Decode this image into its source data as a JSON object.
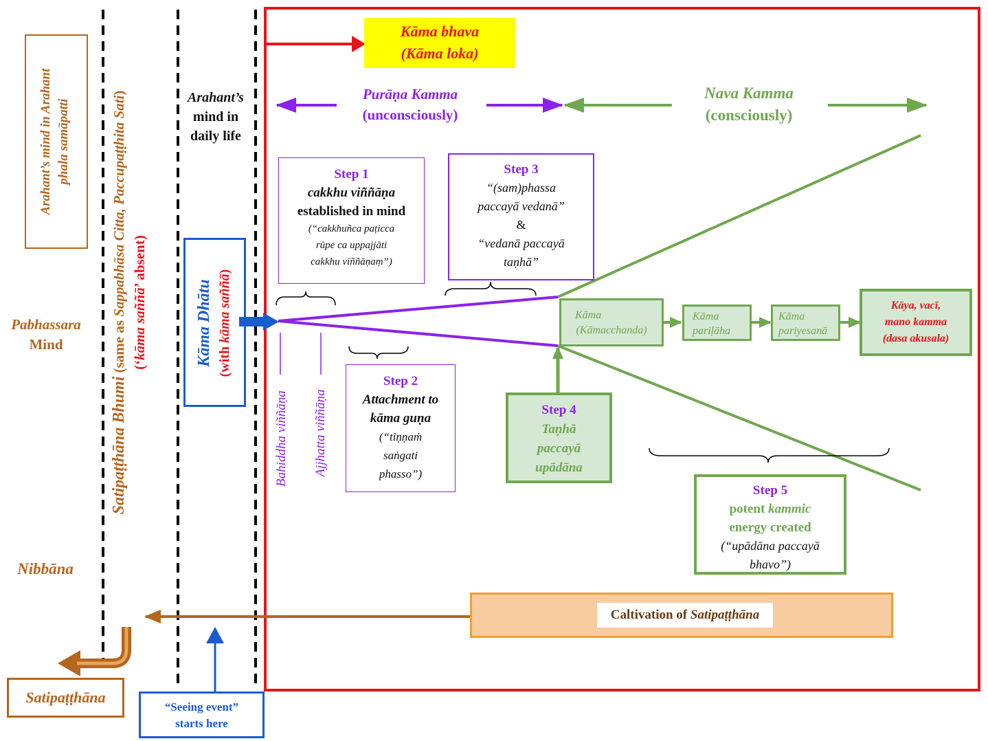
{
  "kama_bhava": {
    "line1": "Kāma bhava",
    "line2": "(Kāma loka)"
  },
  "purana_kamma": {
    "line1": "Purāṇa Kamma",
    "line2": "(unconsciously)"
  },
  "nava_kamma": {
    "line1": "Nava Kamma",
    "line2": "(consciously)"
  },
  "arahant_mind_phala": {
    "line1": "Arahant’s mind in Arahant",
    "line2": "phala samāpatti"
  },
  "satipatthana_bhumi": {
    "part1": "Satipaṭṭhāna Bhumi",
    "part2": " (same as ",
    "part3": "Sappabhāsa Citta, Paccupaṭṭhita Sati",
    "part4": ")",
    "line2_part1": "(‘",
    "line2_part2": "kāma saññā",
    "line2_part3": "’ absent)"
  },
  "arahant_daily": {
    "line1": "Arahant’s",
    "line2": "mind in",
    "line3": "daily life"
  },
  "kama_dhatu": {
    "line1": "Kāma Dhātu",
    "line2_part1": "(with ",
    "line2_part2": "kāma saññā",
    "line2_part3": ")"
  },
  "pabhassara": {
    "line1": "Pabhassara",
    "line2": "Mind"
  },
  "nibbana": "Nibbāna",
  "satipatthana_box": "Satipaṭṭhāna",
  "seeing_event": {
    "line1": "“Seeing event”",
    "line2": "starts here"
  },
  "bahiddha": "Bahiddha viññāṇa",
  "ajjhatta": "Ajjhatta viññāṇa",
  "step1": {
    "title": "Step 1",
    "line1": "cakkhu viññāṇa",
    "line2": "established in mind",
    "q1": "(“cakkhuñca paṭicca",
    "q2": "rūpe ca uppajjāti",
    "q3": "cakkhu viññāṇaṃ”)"
  },
  "step2": {
    "title": "Step 2",
    "line1": "Attachment to",
    "line2": "kāma guṇa",
    "q1": "(“tiṇṇaṁ",
    "q2": "saṅgati",
    "q3": "phasso”)"
  },
  "step3": {
    "title": "Step 3",
    "q1": "“(sam)phassa",
    "q2": "paccayā vedanā”",
    "amp": "&",
    "q3": "“vedanā paccayā",
    "q4": "taṇhā”"
  },
  "step4": {
    "title": "Step 4",
    "line1": "Taṇhā",
    "line2": "paccayā",
    "line3": "upādāna"
  },
  "step5": {
    "title": "Step 5",
    "line1_a": "potent ",
    "line1_b": "kammic",
    "line2": "energy created",
    "q1": "(“upādāna paccayā",
    "q2": "bhavo”)"
  },
  "kama_chain": {
    "b1": {
      "line1": "Kāma",
      "line2": "(Kāmacchanda)"
    },
    "b2": {
      "line1": "Kāma",
      "line2": "pariḷāha"
    },
    "b3": {
      "line1": "Kāma",
      "line2": "pariyesanā"
    },
    "b4": {
      "line1": "Kāya, vacī,",
      "line2": "mano kamma",
      "line3": "(dasa akusala)"
    }
  },
  "cultivation": {
    "part1": "Caltivation of ",
    "part2": "Satipaṭṭhāna"
  },
  "colors": {
    "red": "#e8141b",
    "purple": "#8b22e8",
    "green": "#6fa84f",
    "brown": "#b5651d",
    "blue": "#1a5ccf",
    "yellow": "#ffff00",
    "orange_fill": "#f8cba1",
    "green_fill": "#d5e8d4"
  }
}
